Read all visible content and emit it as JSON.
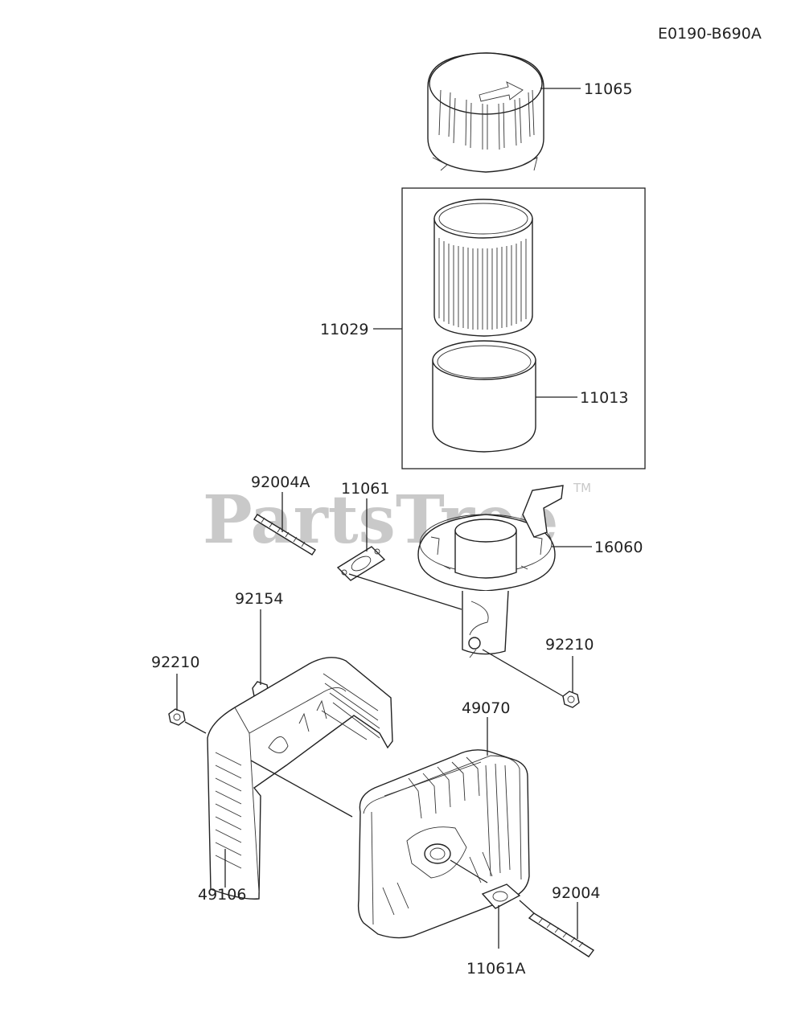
{
  "diagram": {
    "code": "E0190-B690A",
    "watermark": "PartsTree",
    "watermark_tm": "TM",
    "parts": {
      "p11065": "11065",
      "p11029": "11029",
      "p11013": "11013",
      "p92004A": "92004A",
      "p11061": "11061",
      "p16060": "16060",
      "p92154": "92154",
      "p92210a": "92210",
      "p92210b": "92210",
      "p49070": "49070",
      "p49106": "49106",
      "p92004": "92004",
      "p11061A": "11061A"
    }
  }
}
